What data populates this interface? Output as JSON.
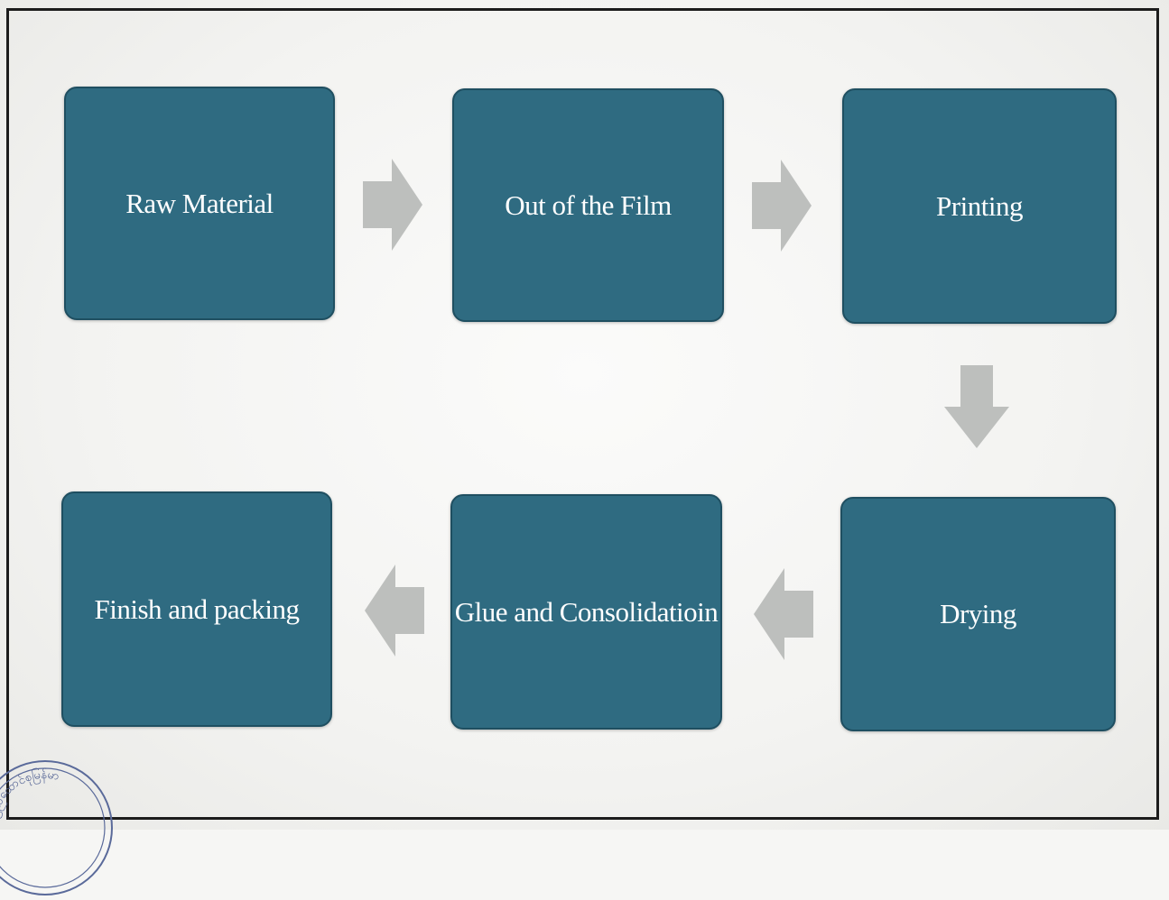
{
  "diagram": {
    "steps": [
      {
        "label": "Raw Material"
      },
      {
        "label": "Out of the Film"
      },
      {
        "label": "Printing"
      },
      {
        "label": "Drying"
      },
      {
        "label": "Glue and Consolidatioin"
      },
      {
        "label": "Finish and packing"
      }
    ]
  },
  "stamp": {
    "text": "ပြည်ထောင်စုမြန်မာ"
  },
  "colors": {
    "box_fill": "#2f6b81",
    "box_border": "#1f4f61",
    "arrow": "#bdbfbd",
    "text": "#ffffff",
    "frame": "#1c1c1c"
  }
}
